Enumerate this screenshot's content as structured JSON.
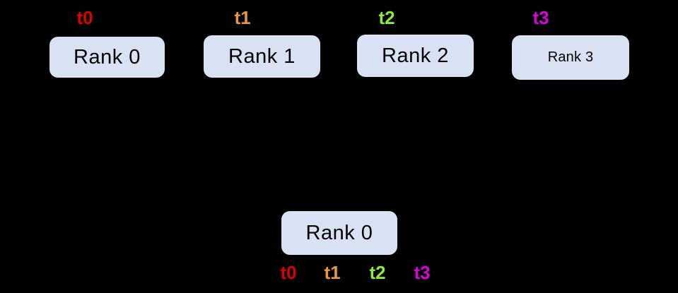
{
  "diagram": {
    "background": "#000000",
    "box_fill": "#d9e2f3",
    "box_text_color": "#000000",
    "top_row": [
      {
        "tag": "t0",
        "tag_color": "#dd0000",
        "box_label": "Rank 0"
      },
      {
        "tag": "t1",
        "tag_color": "#e8983a",
        "box_label": "Rank 1"
      },
      {
        "tag": "t2",
        "tag_color": "#8ceb3c",
        "box_label": "Rank 2"
      },
      {
        "tag": "t3",
        "tag_color": "#d803d8",
        "box_label": "Rank 3"
      }
    ],
    "bottom": {
      "box_label": "Rank 0",
      "tags": [
        {
          "label": "t0",
          "color": "#dd0000"
        },
        {
          "label": "t1",
          "color": "#e8983a"
        },
        {
          "label": "t2",
          "color": "#8ceb3c"
        },
        {
          "label": "t3",
          "color": "#d803d8"
        }
      ]
    }
  }
}
